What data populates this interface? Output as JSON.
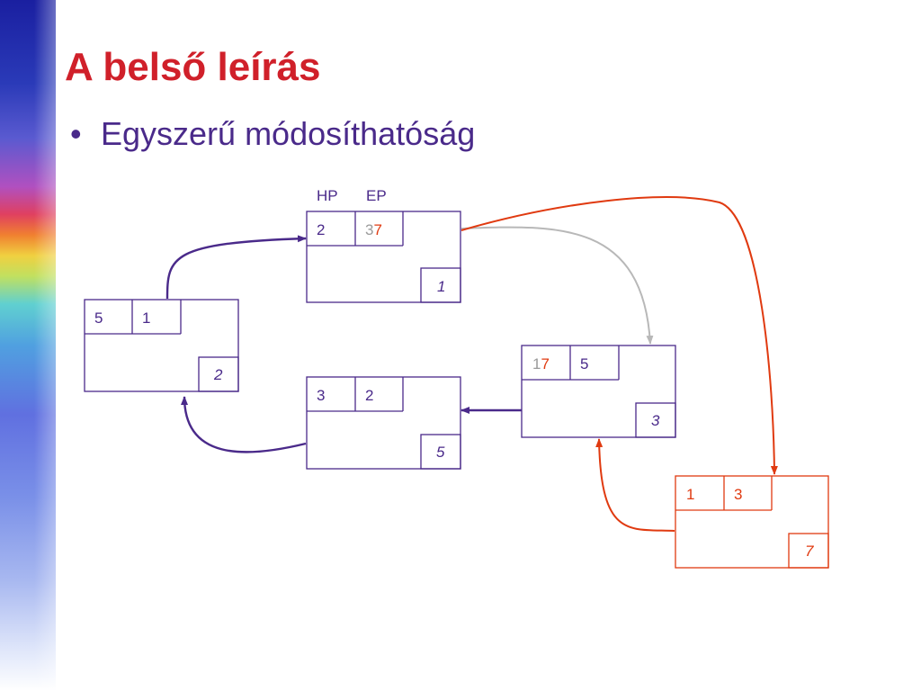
{
  "slide": {
    "title": "A belső leírás",
    "bullet": "Egyszerű módosíthatóság"
  },
  "headers": {
    "hp": "HP",
    "ep": "EP"
  },
  "nodes": [
    {
      "id": "1",
      "hp": "2",
      "ep_old": "3",
      "ep_new": "7",
      "index": "1"
    },
    {
      "id": "2",
      "hp": "5",
      "ep": "1",
      "index": "2"
    },
    {
      "id": "5",
      "hp": "3",
      "ep": "2",
      "index": "5"
    },
    {
      "id": "3",
      "hp_old": "1",
      "hp_new": "7",
      "ep": "5",
      "index": "3"
    },
    {
      "id": "7",
      "hp": "1",
      "ep": "3",
      "index": "7"
    }
  ],
  "colors": {
    "title": "#d0202a",
    "text": "#4a2a8a",
    "node_border": "#4a2a8a",
    "new_node": "#e03a10",
    "old_link": "#b8b8b8",
    "changed_value": "#e03a10",
    "old_value": "#9a9a9a"
  }
}
